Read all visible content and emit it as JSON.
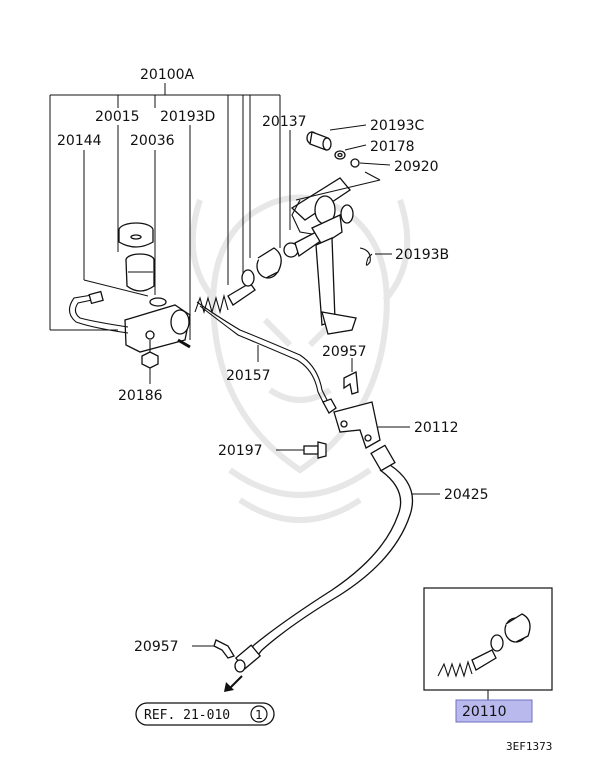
{
  "labels": {
    "p20100A": "20100A",
    "p20015": "20015",
    "p20193D": "20193D",
    "p20144": "20144",
    "p20036": "20036",
    "p20137": "20137",
    "p20193C": "20193C",
    "p20178": "20178",
    "p20920": "20920",
    "p20193B": "20193B",
    "p20957_top": "20957",
    "p20157": "20157",
    "p20186": "20186",
    "p20112": "20112",
    "p20197": "20197",
    "p20425": "20425",
    "p20957_bottom": "20957",
    "p20110": "20110"
  },
  "reference": {
    "text": "REF. 21-010",
    "circled_number": "1"
  },
  "diagram_code": "3EF1373",
  "colors": {
    "highlight_fill": "#b9b9ee",
    "highlight_stroke": "#6f6fc4",
    "line": "#111111",
    "watermark": "#e7e7e7"
  }
}
